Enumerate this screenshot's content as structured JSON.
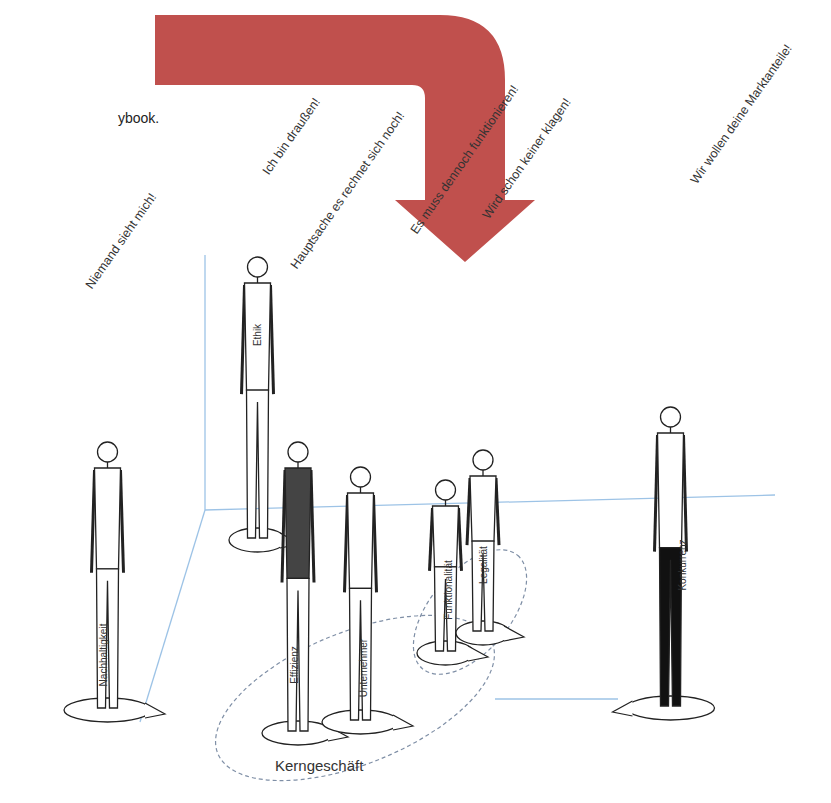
{
  "diagram": {
    "nodes": [
      {
        "text": [
          "Nachhaltigkeit",
          "Niemand sieht mich!"
        ]
      },
      {
        "text": [
          "Ethik",
          "Ich bin draußen!"
        ]
      },
      {
        "text": [
          "Kerngeschäft"
        ]
      },
      {
        "text": [
          "Effizienz",
          "Hauptsache es rechnet sich noch!"
        ],
        "in": 2
      },
      {
        "text": [
          "Unternehmer"
        ],
        "in": 2
      },
      {
        "text": [
          "Funktionalität",
          "Es muss dennoch funktionieren!"
        ]
      },
      {
        "text": [
          "Legalität",
          "Wird schon keiner klagen!"
        ]
      },
      {
        "text": [
          "Konkurrenz",
          "Wir wollen deine Marktanteile!"
        ]
      }
    ],
    "edges": [
      {
        "from": 2,
        "to": 7,
        "arrow": "none"
      }
    ],
    "labels": [
      "ybook."
    ]
  }
}
